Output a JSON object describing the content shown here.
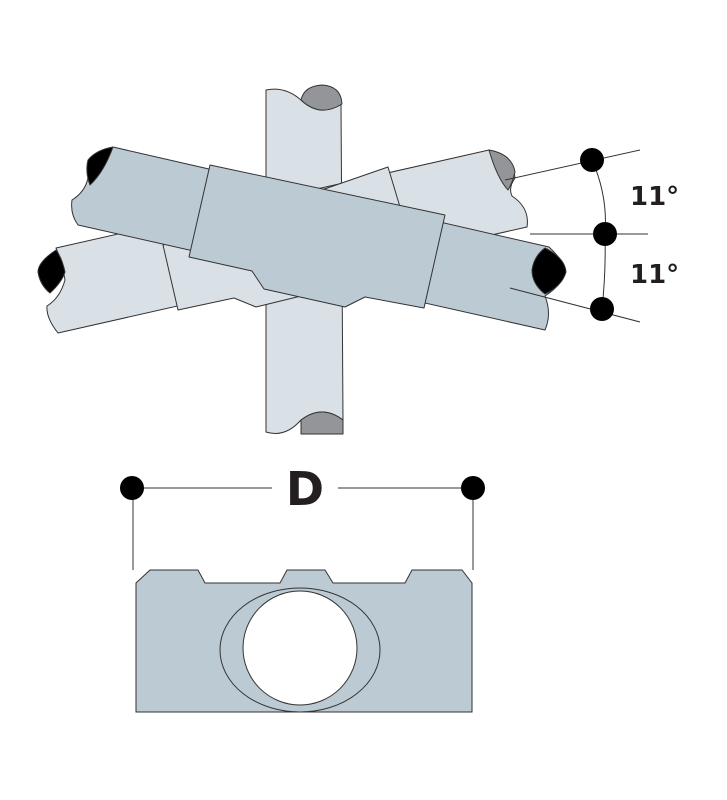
{
  "diagram": {
    "angle_upper_label": "11°",
    "angle_lower_label": "11°",
    "dimension_label": "D"
  },
  "colors": {
    "front_part": "#bccad3",
    "back_part": "#dae1e6",
    "cap_gray": "#939598",
    "cap_black": "#000000",
    "line": "#333333"
  }
}
